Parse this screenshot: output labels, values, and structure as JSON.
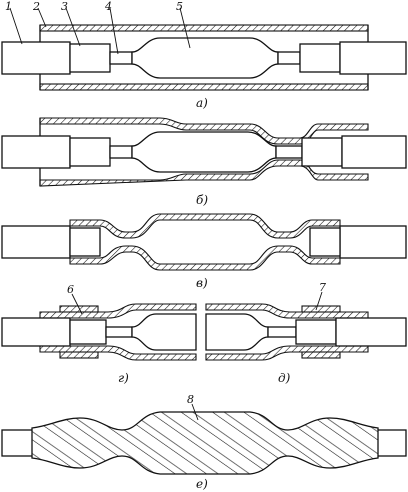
{
  "figure": {
    "panel_captions": [
      "а)",
      "б)",
      "в)",
      "г)",
      "д)",
      "е)"
    ],
    "part_labels": [
      "1",
      "2",
      "3",
      "4",
      "5",
      "6",
      "7",
      "8"
    ]
  }
}
